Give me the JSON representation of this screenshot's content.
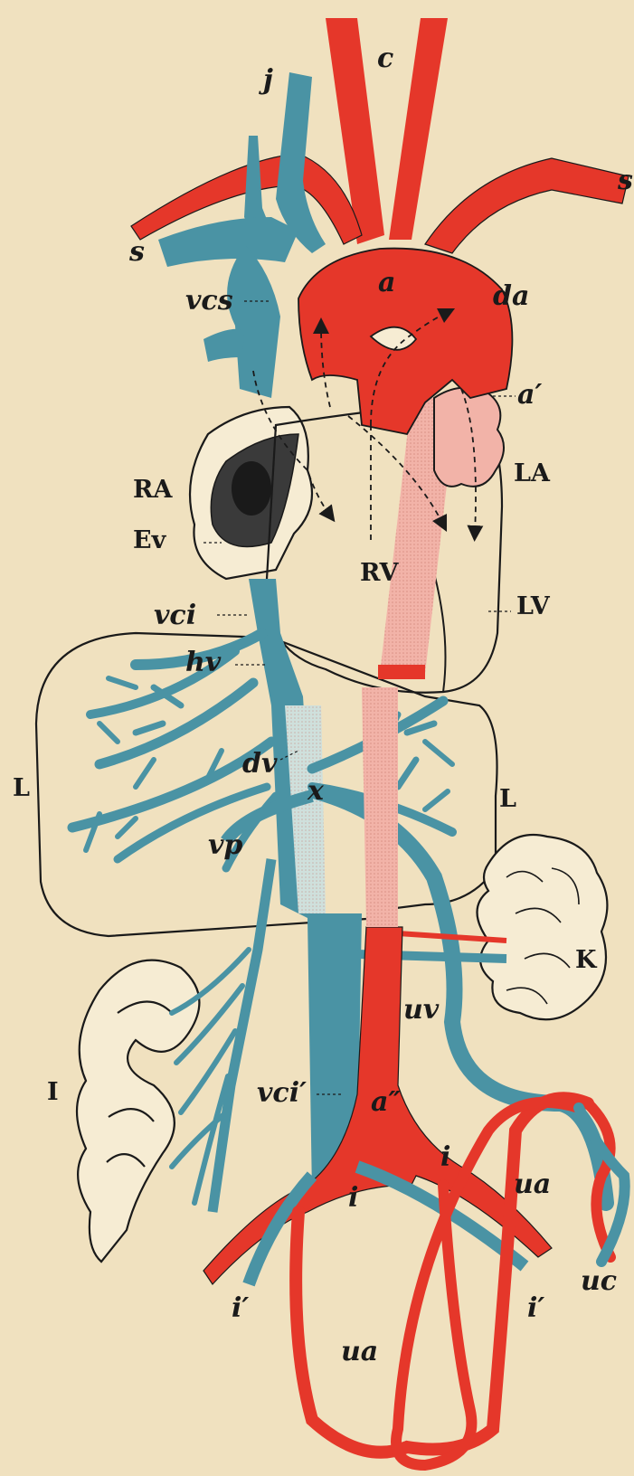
{
  "diagram": {
    "colors": {
      "background": "#f0e1bf",
      "arterial": "#e5372a",
      "venous": "#4a93a4",
      "mixed": "#f2b3a8",
      "outline": "#1a1a1a"
    },
    "labels": {
      "j": "j",
      "c": "c",
      "s_left": "s",
      "s_right": "s",
      "vcs": "vcs",
      "a": "a",
      "da": "da",
      "a_prime": "a′",
      "RA": "RA",
      "Ev": "Ev",
      "LA": "LA",
      "RV": "RV",
      "LV": "LV",
      "vci": "vci",
      "hv": "hv",
      "L_left": "L",
      "L_right": "L",
      "dv": "dv",
      "x": "x",
      "vp": "vp",
      "K": "K",
      "uv": "uv",
      "I": "I",
      "vci_prime": "vci′",
      "a_double_prime": "a″",
      "i_left": "i",
      "i_right": "i",
      "ua_right": "ua",
      "i_prime_left": "i′",
      "i_prime_right": "i′",
      "uc": "uc",
      "ua_bottom": "ua"
    }
  }
}
